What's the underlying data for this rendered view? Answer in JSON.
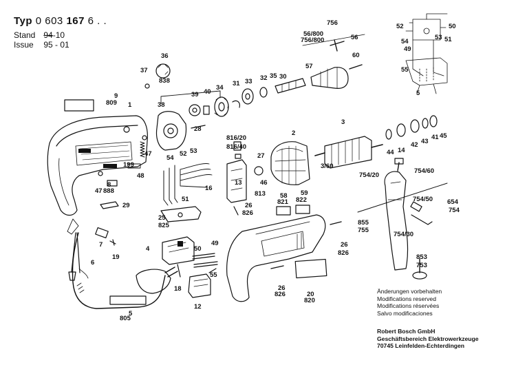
{
  "header": {
    "typ_label": "Typ",
    "typ_number_a": "0 603",
    "typ_number_b": "167",
    "typ_suffix": "6 . .",
    "stand_label": "Stand",
    "stand_old": "94",
    "stand_rest": "-10",
    "issue_label": "Issue",
    "issue_value": "95 - 01"
  },
  "notes": [
    "Änderungen vorbehalten",
    "Modifications reserved",
    "Modifications réservées",
    "Salvo modificaciones"
  ],
  "company": [
    "Robert Bosch GmbH",
    "Geschäftsbereich Elektrowerkzeuge",
    "70745 Leinfelden-Echterdingen"
  ],
  "callouts": {
    "c1": "1",
    "c2": "2",
    "c3": "3",
    "c360": "3/60",
    "c4": "4",
    "c5": "5",
    "c6": "6",
    "c7": "7",
    "c8": "8",
    "c9": "9",
    "c12": "12",
    "c13": "13",
    "c14": "14",
    "c16": "16",
    "c18": "18",
    "c19": "19",
    "c20": "20",
    "c25": "25",
    "c26a": "26",
    "c26b": "26",
    "c26c": "26",
    "c27": "27",
    "c28": "28",
    "c29": "29",
    "c30": "30",
    "c31": "31",
    "c32": "32",
    "c33": "33",
    "c34": "34",
    "c35": "35",
    "c36": "36",
    "c37": "37",
    "c38": "38",
    "c39": "39",
    "c40": "40",
    "c41": "41",
    "c42": "42",
    "c43": "43",
    "c44": "44",
    "c45": "45",
    "c46": "46",
    "c47a": "47",
    "c47b": "47",
    "c48": "48",
    "c49a": "49",
    "c49b": "49",
    "c50a": "50",
    "c50b": "50",
    "c51a": "51",
    "c51b": "51",
    "c52a": "52",
    "c52b": "52",
    "c53a": "53",
    "c53b": "53",
    "c54a": "54",
    "c54b": "54",
    "c55a": "55",
    "c55b": "55",
    "c56": "56",
    "c57": "57",
    "c58": "58",
    "c59": "59",
    "c60": "60",
    "c199": "199",
    "c5b": "5",
    "c805": "805",
    "c813": "813",
    "c816_20": "816/20",
    "c816_40": "816/40",
    "c820": "820",
    "c821": "821",
    "c822": "822",
    "c825": "825",
    "c826a": "826",
    "c826b": "826",
    "c826c": "826",
    "c838": "838",
    "c888": "888",
    "c809": "809",
    "c855": "855",
    "c755": "755",
    "c654": "654",
    "c754": "754",
    "c753": "753",
    "c853": "853",
    "c756": "756",
    "c56_800": "56/800",
    "c756_800": "756/800",
    "c754_20": "754/20",
    "c754_60": "754/60",
    "c754_50": "754/50",
    "c754_30": "754/30"
  }
}
